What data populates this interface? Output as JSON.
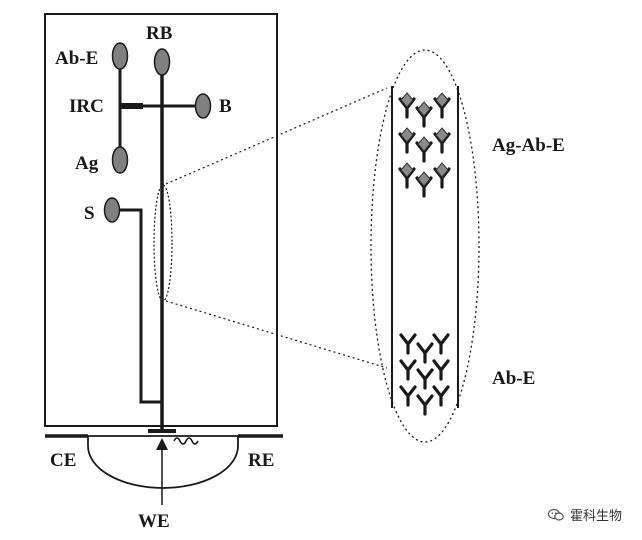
{
  "labels": {
    "ab_e_top": "Ab-E",
    "rb": "RB",
    "irc": "IRC",
    "b": "B",
    "ag": "Ag",
    "s": "S",
    "ce": "CE",
    "re": "RE",
    "we": "WE",
    "zone_top": "Ag-Ab-E",
    "zone_bottom": "Ab-E"
  },
  "watermark": {
    "text": "霍科生物",
    "icon": "wechat-icon"
  },
  "colors": {
    "line": "#1a1a1a",
    "pad": "#808080",
    "antigen": "#8a8a8a"
  }
}
